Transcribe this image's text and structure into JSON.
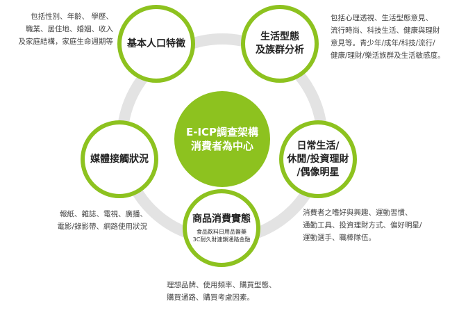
{
  "colors": {
    "accent": "#8dc21f",
    "ring": "#e3e3e3",
    "text": "#333333"
  },
  "center": {
    "line1": "E-ICP調查架構",
    "line2": "消費者為中心"
  },
  "nodes": {
    "demographics": {
      "line1": "基本人口特徵"
    },
    "lifestyle": {
      "line1": "生活型態",
      "line2": "及族群分析"
    },
    "daily_life": {
      "line1": "日常生活/",
      "line2": "休閒/投資理財",
      "line3": "/偶像明星"
    },
    "products": {
      "line1": "商品消費實態",
      "sub1": "食品飲料日用品醫藥",
      "sub2": "3C耐久財連鎖通路金融"
    },
    "media": {
      "line1": "媒體接觸狀況"
    }
  },
  "notes": {
    "demographics": {
      "line1": "包括性別、年齡、 學歷、",
      "line2": "職業、居住地、婚姻、收入",
      "line3": "及家庭結構，家庭生命週期等"
    },
    "lifestyle": {
      "line1": "包括心理透視、生活型態意見、",
      "line2": "流行時尚、科技生活、健康與理財",
      "line3": "意見等。青少年/成年/科技/流行/",
      "line4": "健康/理財/樂活族群及生活敏感度。"
    },
    "daily_life": {
      "line1": "消費者之嗜好與興趣、運動習慣、",
      "line2": "通勤工具、投資理財方式、偏好明星/",
      "line3": "運動選手、職棒隊伍。"
    },
    "products": {
      "line1": "理想品牌、使用頻率、購買型態、",
      "line2": "購買通路、購買考慮因素。"
    },
    "media": {
      "line1": "報紙、雜誌、電視、廣播、",
      "line2": "電影/錄影帶、網路使用狀況"
    }
  }
}
